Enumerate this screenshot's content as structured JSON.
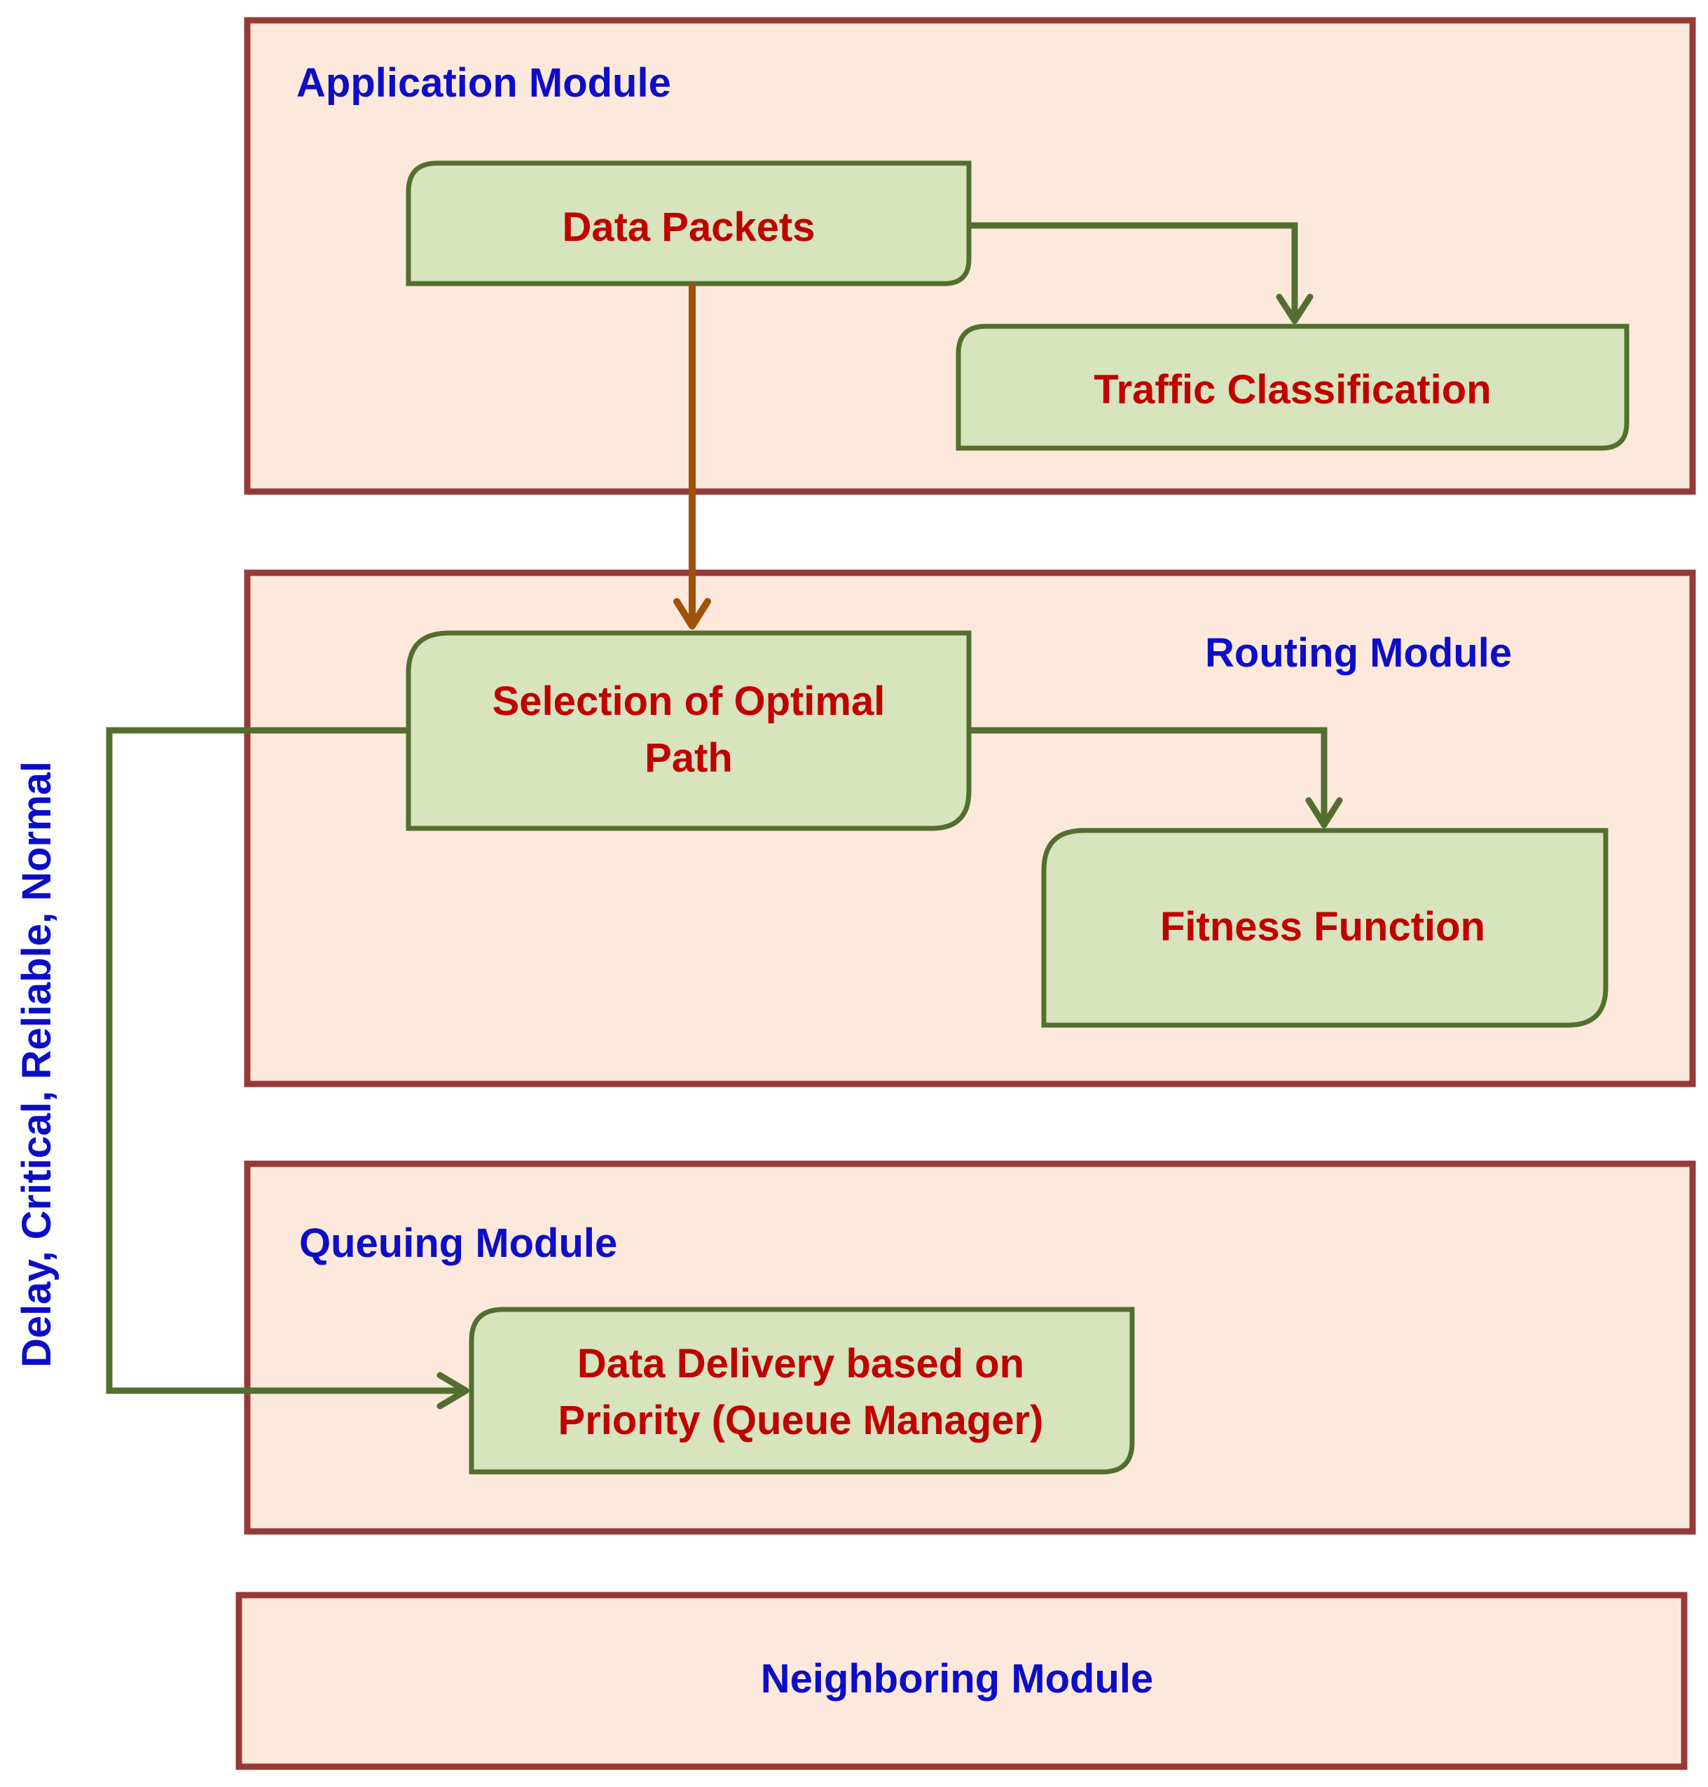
{
  "modules": {
    "application": {
      "title": "Application Module"
    },
    "routing": {
      "title": "Routing Module"
    },
    "queuing": {
      "title": "Queuing Module"
    },
    "neighboring": {
      "title": "Neighboring Module"
    }
  },
  "boxes": {
    "data_packets": {
      "lines": [
        "Data Packets"
      ]
    },
    "traffic_classification": {
      "lines": [
        "Traffic Classification"
      ]
    },
    "optimal_path": {
      "lines": [
        "Selection of Optimal",
        "Path"
      ]
    },
    "fitness_function": {
      "lines": [
        "Fitness Function"
      ]
    },
    "data_delivery": {
      "lines": [
        "Data Delivery based on",
        "Priority (Queue Manager)"
      ]
    }
  },
  "side_label": "Delay, Critical, Reliable, Normal",
  "colors": {
    "module_fill": "#fde9db",
    "module_border": "#963a38",
    "box_fill": "#d7e4bd",
    "box_border": "#526f2f",
    "module_title": "#0d0dc8",
    "box_text": "#c00000",
    "arrow_green": "#526f2f",
    "arrow_brown": "#a0520b"
  }
}
